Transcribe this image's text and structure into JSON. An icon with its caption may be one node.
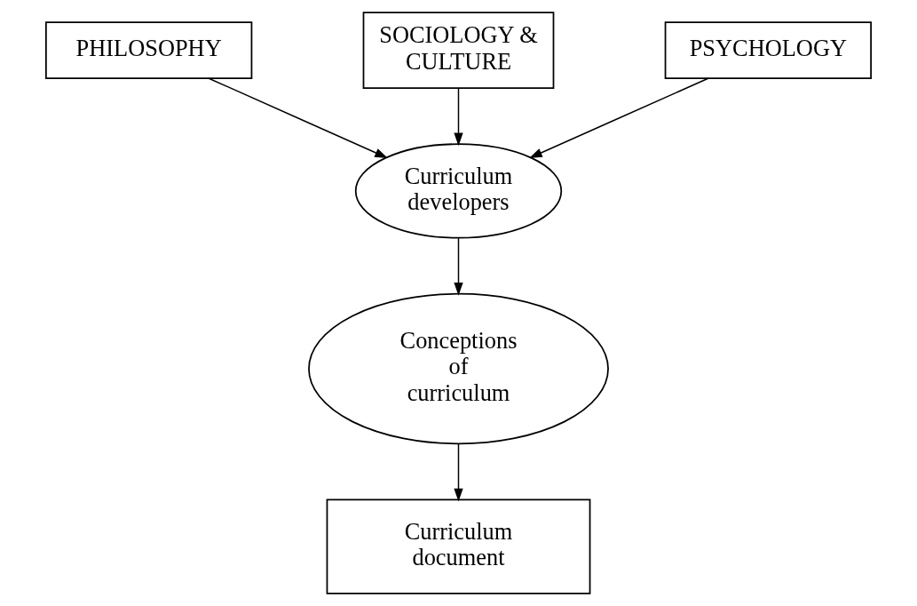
{
  "diagram": {
    "nodes": [
      {
        "text": [
          "PHILOSOPHY"
        ]
      },
      {
        "text": [
          "SOCIOLOGY & CULTURE"
        ]
      },
      {
        "text": [
          "PSYCHOLOGY"
        ]
      },
      {
        "text": [
          "Curriculum developers"
        ]
      },
      {
        "text": [
          "Conceptions of curriculum"
        ]
      },
      {
        "text": [
          "Curriculum document"
        ]
      }
    ],
    "edges": [
      {
        "from": 0,
        "to": 3,
        "arrow": "to"
      },
      {
        "from": 1,
        "to": 3,
        "arrow": "to"
      },
      {
        "from": 2,
        "to": 3,
        "arrow": "to"
      },
      {
        "from": 3,
        "to": 4,
        "arrow": "to"
      },
      {
        "from": 4,
        "to": 5,
        "arrow": "to"
      }
    ]
  }
}
